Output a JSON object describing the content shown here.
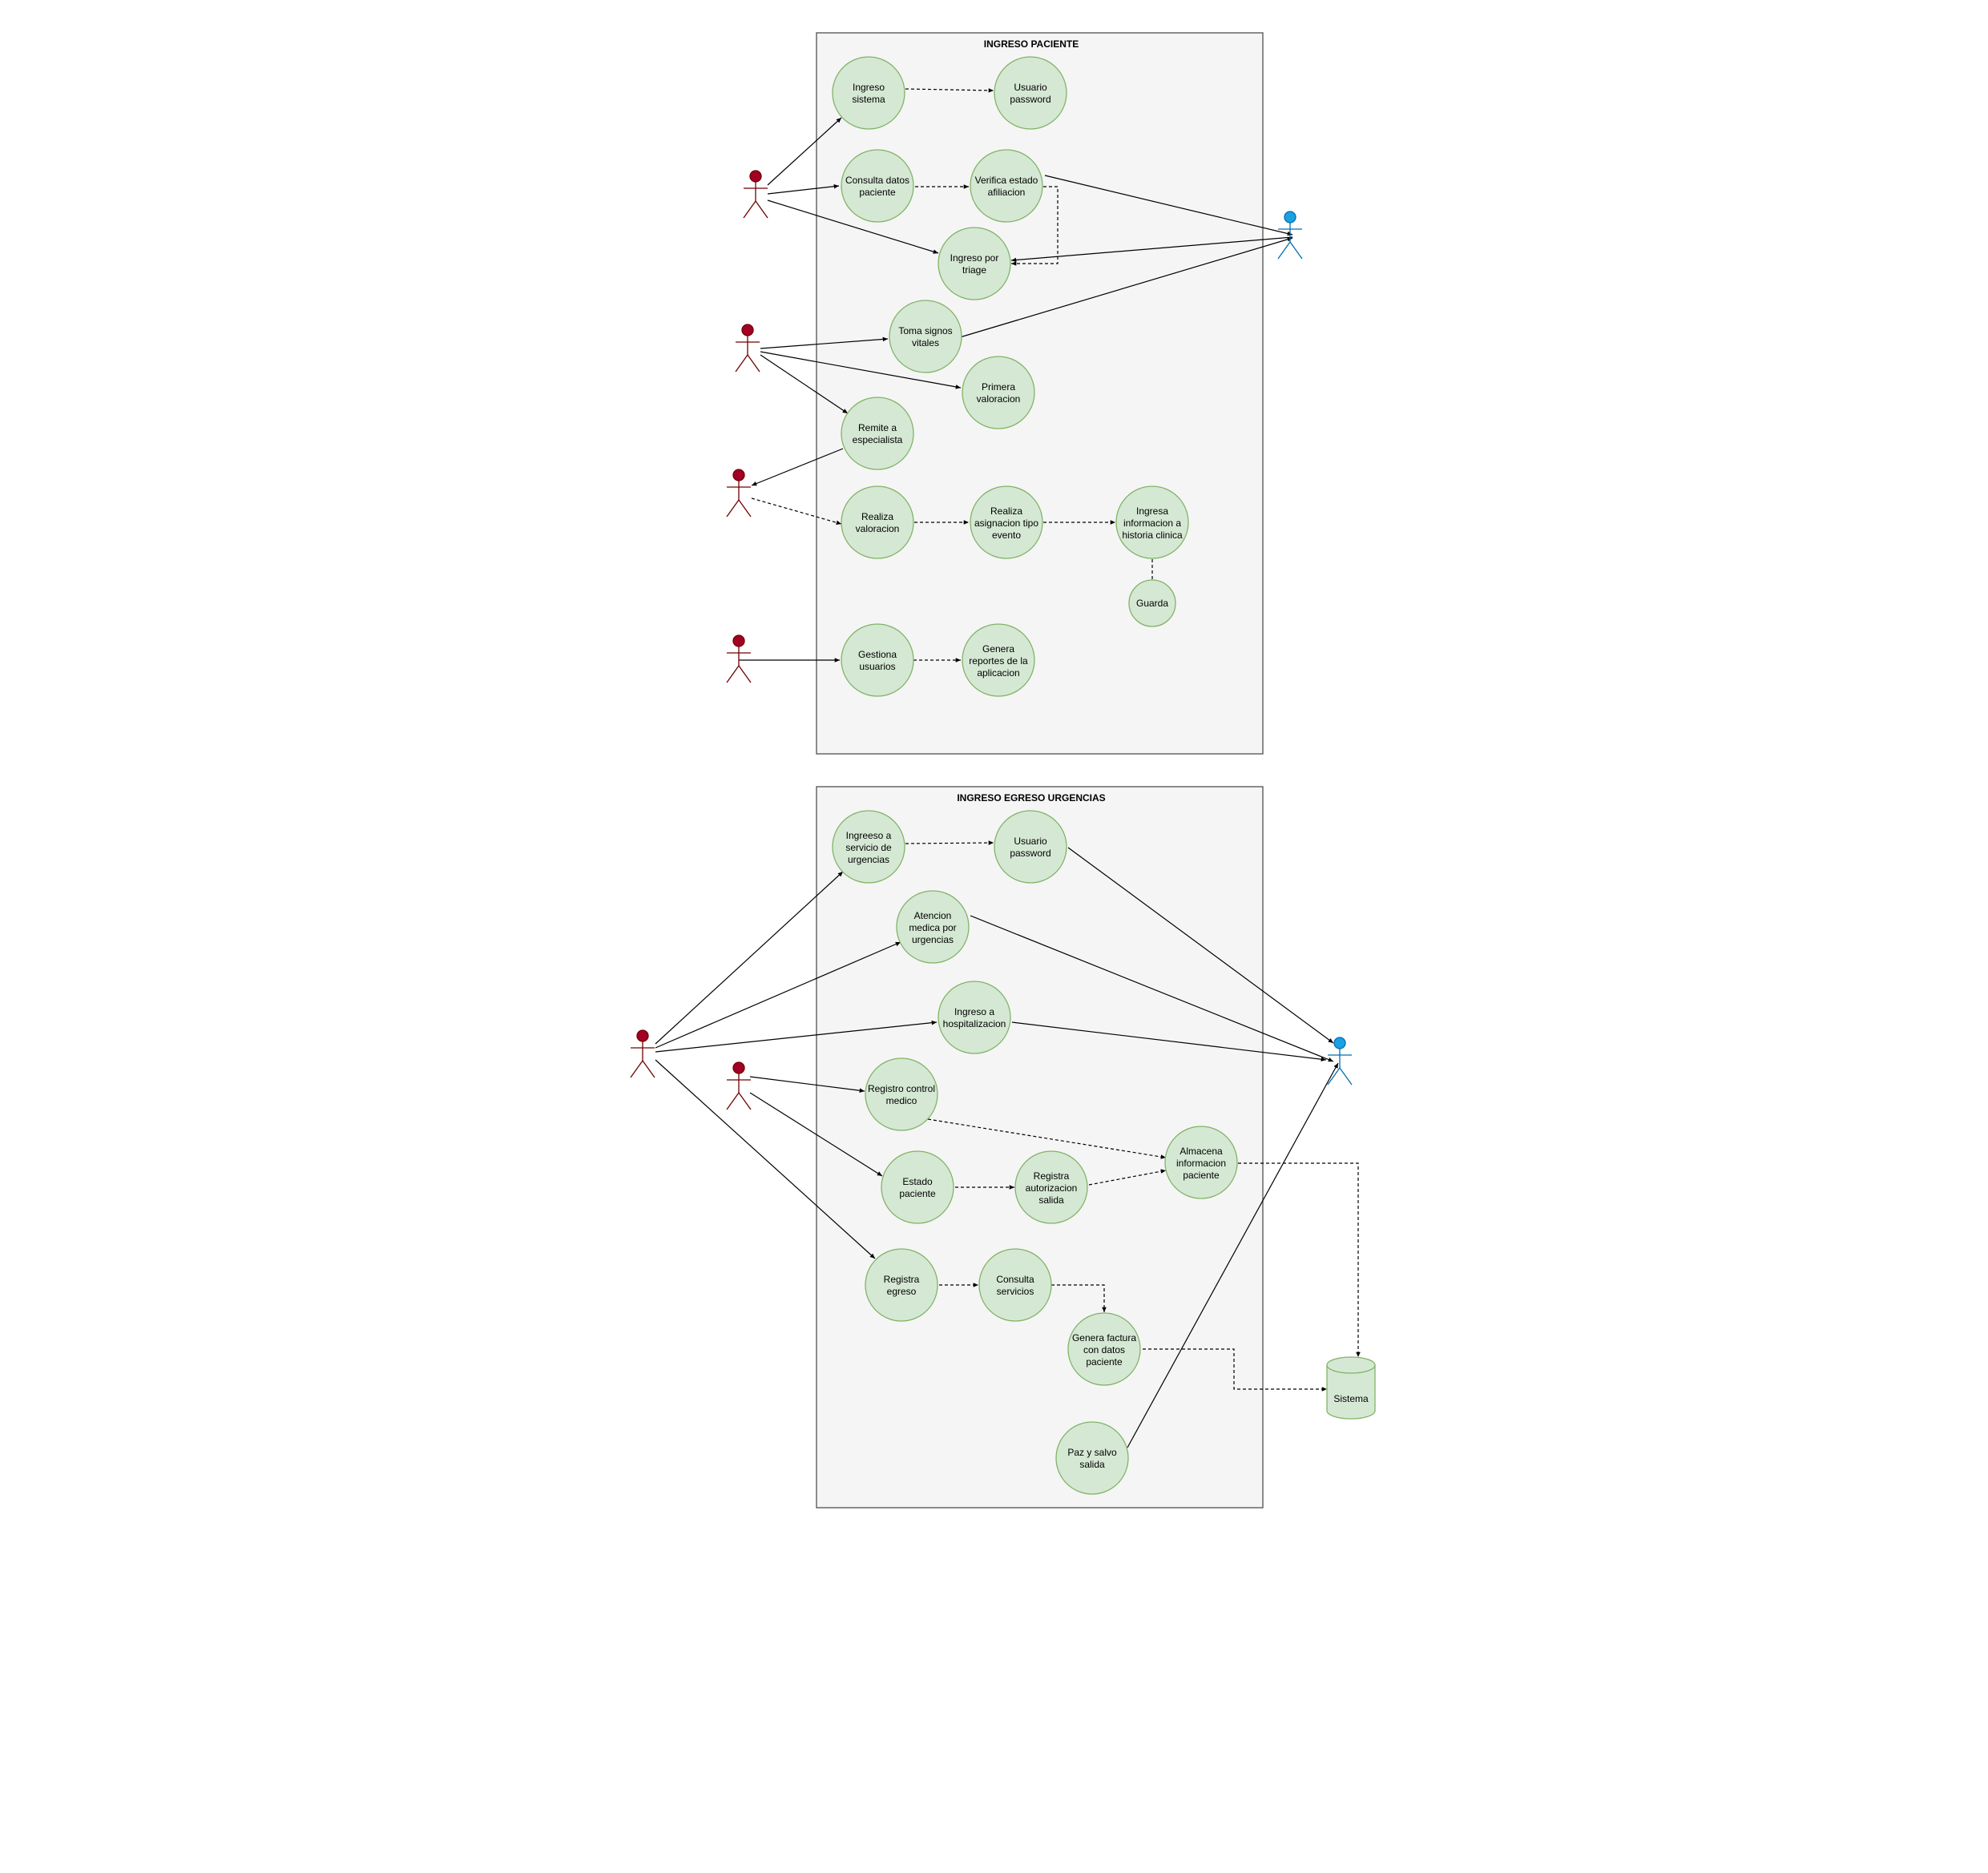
{
  "colors": {
    "usecase_fill": "#d5e8d4",
    "usecase_stroke": "#82b366",
    "actor_red": "#a20025",
    "actor_red_stroke": "#6f0000",
    "actor_blue": "#1ba1e2",
    "actor_blue_stroke": "#006eaf",
    "container_fill": "#f5f5f5",
    "container_stroke": "#666666",
    "edge": "#000000"
  },
  "diagrams": [
    {
      "id": "d1",
      "title": "INGRESO PACIENTE",
      "actors": [
        {
          "id": "a1",
          "color": "red"
        },
        {
          "id": "a2",
          "color": "red"
        },
        {
          "id": "a3",
          "color": "red"
        },
        {
          "id": "a4",
          "color": "red"
        },
        {
          "id": "a5",
          "color": "blue"
        }
      ],
      "usecases": [
        {
          "id": "u1",
          "lines": [
            "Ingreso",
            "sistema"
          ]
        },
        {
          "id": "u2",
          "lines": [
            "Usuario",
            "password"
          ]
        },
        {
          "id": "u3",
          "lines": [
            "Consulta datos",
            "paciente"
          ]
        },
        {
          "id": "u4",
          "lines": [
            "Verifica estado",
            "afiliacion"
          ]
        },
        {
          "id": "u5",
          "lines": [
            "Ingreso por",
            "triage"
          ]
        },
        {
          "id": "u6",
          "lines": [
            "Toma signos",
            "vitales"
          ]
        },
        {
          "id": "u7",
          "lines": [
            "Primera",
            "valoracion"
          ]
        },
        {
          "id": "u8",
          "lines": [
            "Remite a",
            "especialista"
          ]
        },
        {
          "id": "u9",
          "lines": [
            "Realiza",
            "valoracion"
          ]
        },
        {
          "id": "u10",
          "lines": [
            "Realiza",
            "asignacion tipo",
            "evento"
          ]
        },
        {
          "id": "u11",
          "lines": [
            "Ingresa",
            "informacion a",
            "historia clinica"
          ]
        },
        {
          "id": "u12",
          "lines": [
            "Guarda"
          ]
        },
        {
          "id": "u13",
          "lines": [
            "Gestiona",
            "usuarios"
          ]
        },
        {
          "id": "u14",
          "lines": [
            "Genera",
            "reportes de la",
            "aplicacion"
          ]
        }
      ]
    },
    {
      "id": "d2",
      "title": "INGRESO EGRESO URGENCIAS",
      "actors": [
        {
          "id": "b1",
          "color": "red"
        },
        {
          "id": "b2",
          "color": "red"
        },
        {
          "id": "b3",
          "color": "blue"
        }
      ],
      "usecases": [
        {
          "id": "v1",
          "lines": [
            "Ingreeso a",
            "servicio de",
            "urgencias"
          ]
        },
        {
          "id": "v2",
          "lines": [
            "Usuario",
            "password"
          ]
        },
        {
          "id": "v3",
          "lines": [
            "Atencion",
            "medica por",
            "urgencias"
          ]
        },
        {
          "id": "v4",
          "lines": [
            "Ingreso a",
            "hospitalizacion"
          ]
        },
        {
          "id": "v5",
          "lines": [
            "Registro control",
            "medico"
          ]
        },
        {
          "id": "v6",
          "lines": [
            "Almacena",
            "informacion",
            "paciente"
          ]
        },
        {
          "id": "v7",
          "lines": [
            "Estado",
            "paciente"
          ]
        },
        {
          "id": "v8",
          "lines": [
            "Registra",
            "autorizacion",
            "salida"
          ]
        },
        {
          "id": "v9",
          "lines": [
            "Registra",
            "egreso"
          ]
        },
        {
          "id": "v10",
          "lines": [
            "Consulta",
            "servicios"
          ]
        },
        {
          "id": "v11",
          "lines": [
            "Genera factura",
            "con datos",
            "paciente"
          ]
        },
        {
          "id": "v12",
          "lines": [
            "Paz y salvo",
            "salida"
          ]
        }
      ],
      "database": {
        "id": "db1",
        "label": "Sistema"
      }
    }
  ]
}
